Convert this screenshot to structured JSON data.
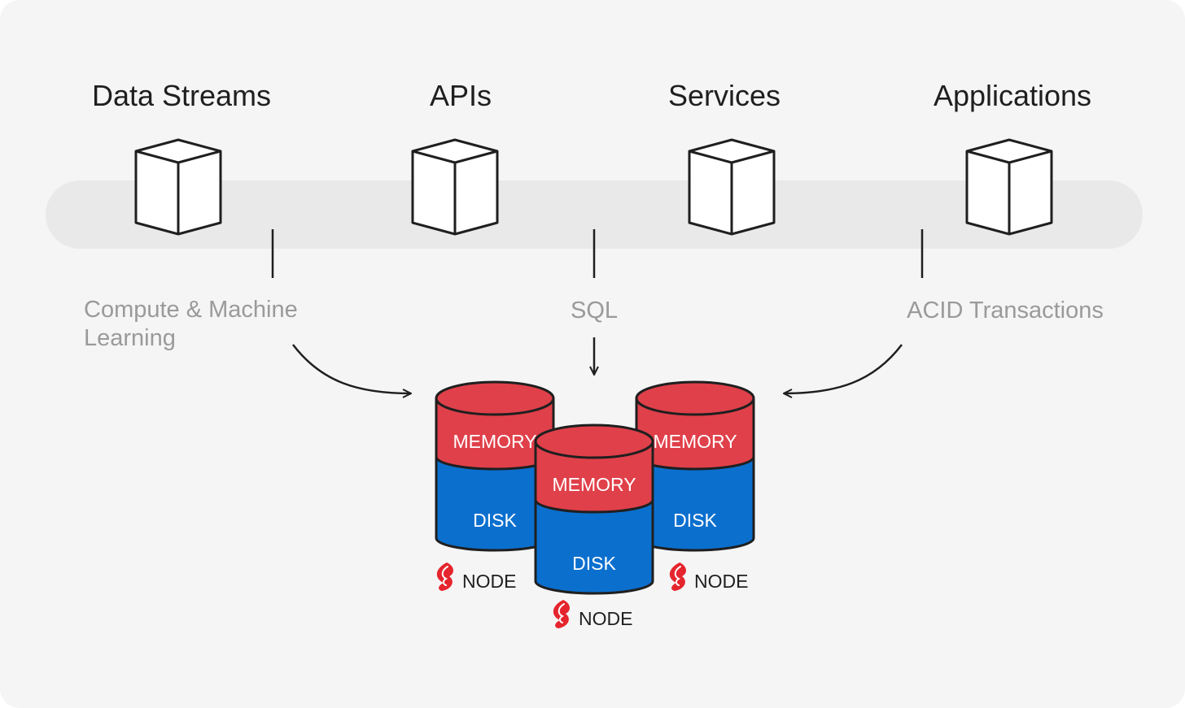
{
  "headings": [
    "Data Streams",
    "APIs",
    "Services",
    "Applications"
  ],
  "connectors": {
    "left_line1": "Compute & Machine",
    "left_line2": "Learning",
    "center": "SQL",
    "right": "ACID Transactions"
  },
  "nodes": [
    {
      "memory": "MEMORY",
      "disk": "DISK",
      "label": "NODE"
    },
    {
      "memory": "MEMORY",
      "disk": "DISK",
      "label": "NODE"
    },
    {
      "memory": "MEMORY",
      "disk": "DISK",
      "label": "NODE"
    }
  ],
  "colors": {
    "background": "#f5f5f5",
    "band": "#e9e9e9",
    "memory": "#e0404a",
    "disk": "#0b6fce",
    "flame": "#e5252d",
    "outline": "#1f1f1f"
  }
}
